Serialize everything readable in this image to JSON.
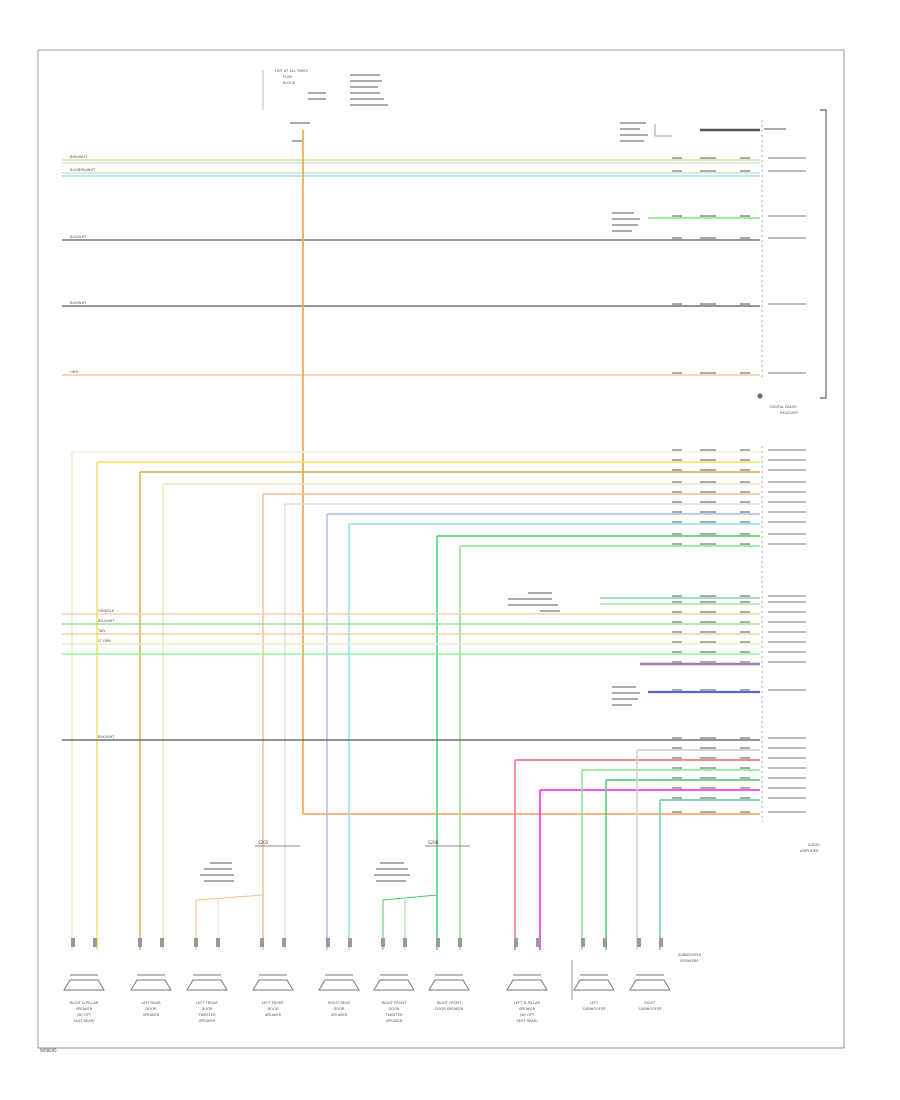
{
  "diagram": {
    "footer_code": "W08095",
    "speakers": [
      {
        "label": [
          "RIGHT D-PILLAR",
          "SPEAKER",
          "(W/ OPT",
          "SEAT REAR)"
        ]
      },
      {
        "label": [
          "LEFT REAR",
          "DOOR",
          "SPEAKER"
        ]
      },
      {
        "label": [
          "LEFT FRONT",
          "DOOR",
          "TWEETER",
          "SPEAKER"
        ]
      },
      {
        "label": [
          "LEFT FRONT",
          "DOOR",
          "SPEAKER"
        ]
      },
      {
        "label": [
          "RIGHT REAR",
          "DOOR",
          "SPEAKER"
        ]
      },
      {
        "label": [
          "RIGHT FRONT",
          "DOOR",
          "TWEETER",
          "SPEAKER"
        ]
      },
      {
        "label": [
          "RIGHT FRONT",
          "DOOR SPEAKER"
        ]
      },
      {
        "label": [
          "LEFT D-PILLAR",
          "SPEAKER",
          "(W/ OPT",
          "SEAT REAR)"
        ]
      },
      {
        "label": [
          "LEFT",
          "SUBWOOFER"
        ]
      },
      {
        "label": [
          "RIGHT",
          "SUBWOOFER"
        ]
      }
    ],
    "modules": {
      "radio": [
        "DIGITAL RADIO",
        "RECEIVER"
      ],
      "amp": [
        "AUDIO",
        "AMPLIFIER"
      ],
      "subwoofer_group": [
        "SUBWOOFER",
        "SPEAKERS"
      ],
      "fuse_block": [
        "HOT AT ALL TIMES",
        "FUSE",
        "BLOCK"
      ]
    },
    "wire_labels": {
      "left_top": [
        "BRN/WHT",
        "BLK/BRN/WHT",
        "BLK/WHT",
        "BLK/WHT",
        "ORN"
      ],
      "left_mid": [
        "ORN/BLK",
        "BLU/WHT",
        "TAN",
        "LT GRN"
      ],
      "left_gnd": "BLK/WHT"
    },
    "connectors": [
      "S205",
      "S206"
    ]
  }
}
